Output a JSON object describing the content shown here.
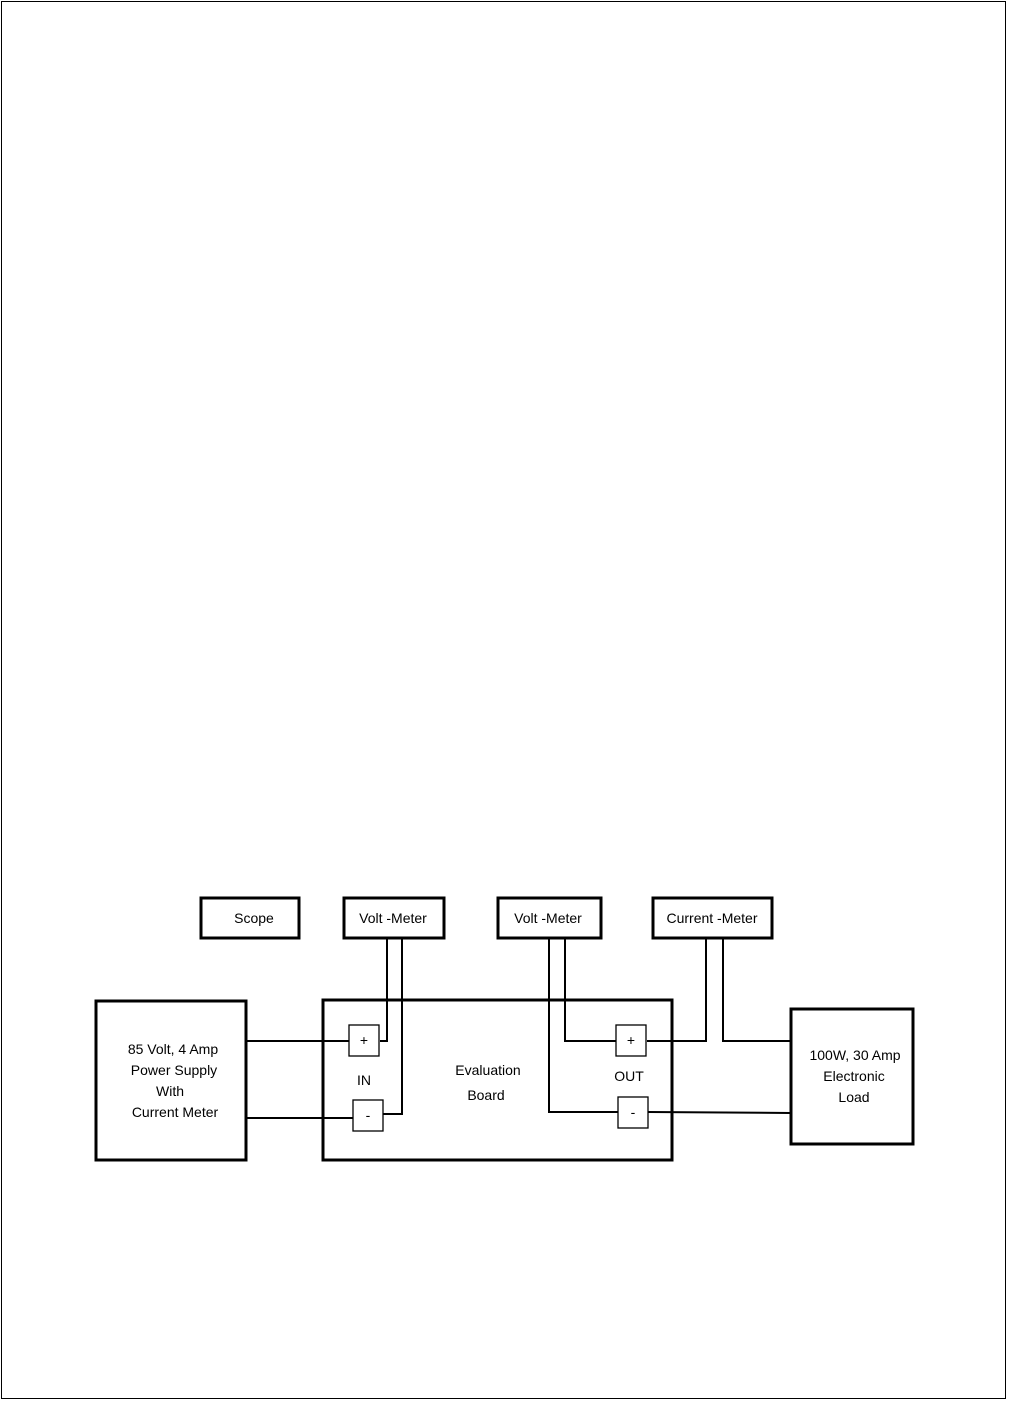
{
  "diagram": {
    "scope": "Scope",
    "volt_meter_in": "Volt -Meter",
    "volt_meter_out": "Volt -Meter",
    "current_meter": "Current -Meter",
    "power_supply": [
      "85  Volt, 4 Amp",
      "Power Supply",
      "With",
      "Current Meter"
    ],
    "evaluation_board": [
      "Evaluation",
      "Board"
    ],
    "in_label": "IN",
    "out_label": "OUT",
    "plus": "+",
    "minus": "-",
    "electronic_load": [
      "100W,  30 Amp",
      "Electronic",
      "Load"
    ]
  }
}
